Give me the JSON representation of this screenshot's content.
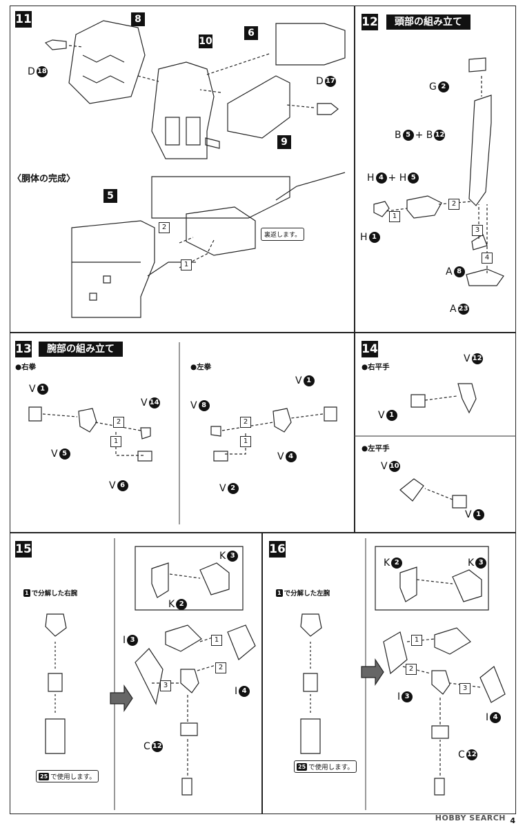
{
  "steps": {
    "s11": {
      "num": "11",
      "section": "〈胴体の完成〉",
      "note": "裏返します。",
      "parts": [
        "8",
        "10",
        "6",
        "9",
        "5"
      ],
      "labels": [
        {
          "letter": "D",
          "num": "18"
        },
        {
          "letter": "D",
          "num": "17"
        }
      ],
      "seq": [
        "1",
        "2"
      ]
    },
    "s12": {
      "num": "12",
      "title": "頭部の組み立て",
      "labels": {
        "g2": {
          "letter": "G",
          "num": "2"
        },
        "b": {
          "text": "B",
          "n1": "5",
          "plus": "+ B",
          "n2": "12"
        },
        "h": {
          "text": "H",
          "n1": "4",
          "plus": "+ H",
          "n2": "5"
        },
        "h1": {
          "letter": "H",
          "num": "1"
        },
        "a8": {
          "letter": "A",
          "num": "8"
        },
        "a23": {
          "letter": "A",
          "num": "23"
        }
      },
      "seq": [
        "1",
        "2",
        "3",
        "4"
      ]
    },
    "s13": {
      "num": "13",
      "title": "腕部の組み立て",
      "right": {
        "label": "●右拳",
        "parts": [
          {
            "letter": "V",
            "num": "1"
          },
          {
            "letter": "V",
            "num": "14"
          },
          {
            "letter": "V",
            "num": "5"
          },
          {
            "letter": "V",
            "num": "6"
          }
        ]
      },
      "left": {
        "label": "●左拳",
        "parts": [
          {
            "letter": "V",
            "num": "8"
          },
          {
            "letter": "V",
            "num": "1"
          },
          {
            "letter": "V",
            "num": "4"
          },
          {
            "letter": "V",
            "num": "2"
          }
        ]
      },
      "seq": [
        "1",
        "2"
      ]
    },
    "s14": {
      "num": "14",
      "right": {
        "label": "●右平手",
        "parts": [
          {
            "letter": "V",
            "num": "12"
          },
          {
            "letter": "V",
            "num": "1"
          }
        ]
      },
      "left": {
        "label": "●左平手",
        "parts": [
          {
            "letter": "V",
            "num": "10"
          },
          {
            "letter": "V",
            "num": "1"
          }
        ]
      }
    },
    "s15": {
      "num": "15",
      "caption_num": "1",
      "caption": "で分解した右腕",
      "use_num": "25",
      "use_text": "で使用します。",
      "parts": [
        {
          "letter": "K",
          "num": "3"
        },
        {
          "letter": "K",
          "num": "2"
        },
        {
          "letter": "I",
          "num": "3"
        },
        {
          "letter": "I",
          "num": "4"
        },
        {
          "letter": "C",
          "num": "12"
        }
      ],
      "seq": [
        "1",
        "2",
        "3"
      ]
    },
    "s16": {
      "num": "16",
      "caption_num": "1",
      "caption": "で分解した左腕",
      "use_num": "25",
      "use_text": "で使用します。",
      "parts": [
        {
          "letter": "K",
          "num": "2"
        },
        {
          "letter": "K",
          "num": "3"
        },
        {
          "letter": "I",
          "num": "3"
        },
        {
          "letter": "I",
          "num": "4"
        },
        {
          "letter": "C",
          "num": "12"
        }
      ],
      "seq": [
        "1",
        "2",
        "3"
      ]
    }
  },
  "footer": {
    "brand": "HOBBY SEARCH",
    "page": "4"
  }
}
